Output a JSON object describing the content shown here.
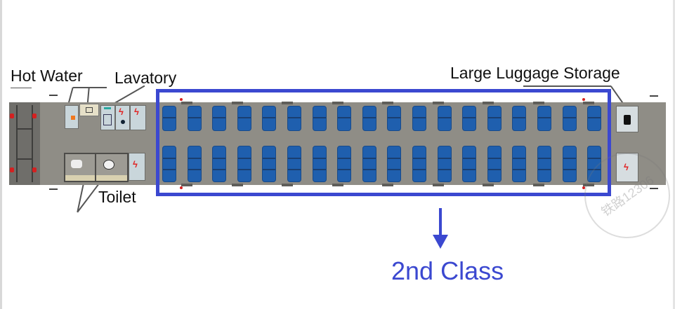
{
  "labels": {
    "hot_water": "Hot Water",
    "lavatory": "Lavatory",
    "toilet": "Toilet",
    "large_luggage": "Large Luggage Storage",
    "class_name": "2nd Class"
  },
  "layout": {
    "seat_columns": 18,
    "upper_row_seats_per_block": 2,
    "lower_row_seats_per_block": 3,
    "seat_color": "#1f5fae",
    "highlight_color": "#3b48d0",
    "floor_color": "#8f8d86"
  },
  "watermark": {
    "stamp_text": "铁路12306"
  }
}
